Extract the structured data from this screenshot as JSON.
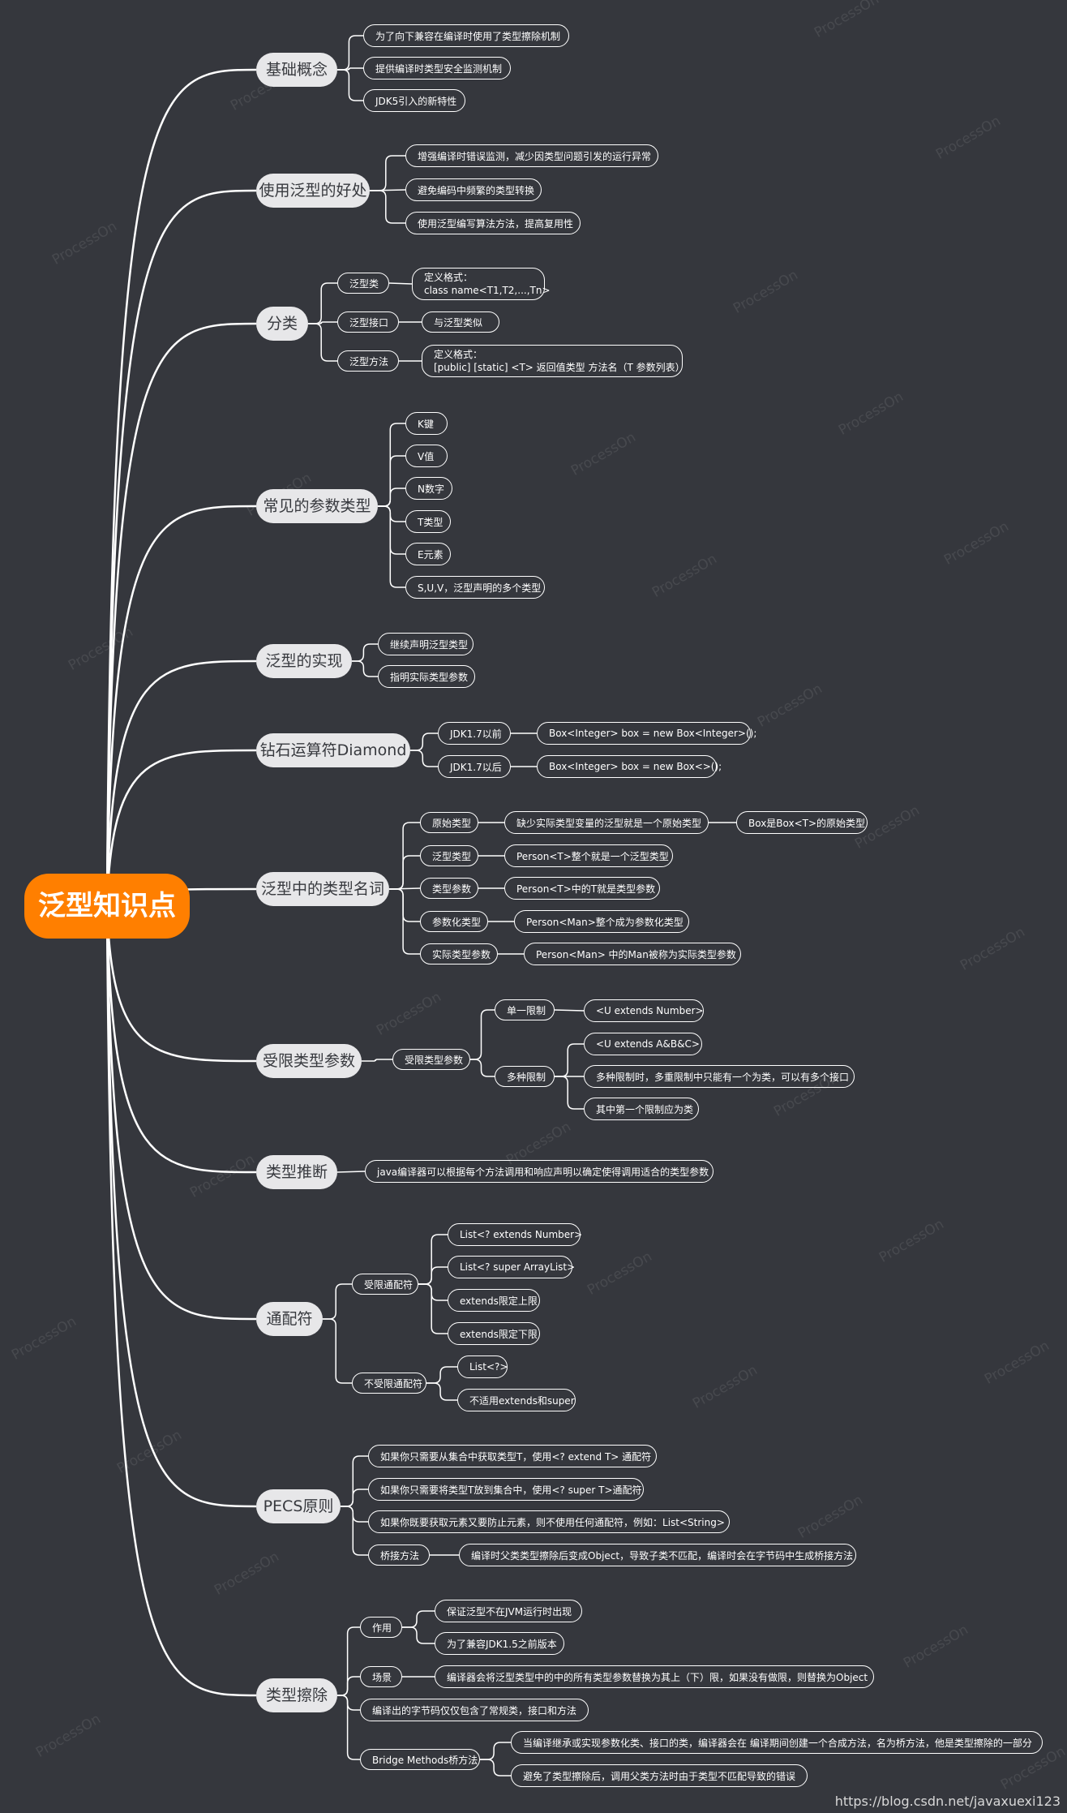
{
  "title": "泛型知识点",
  "watermark": "ProcessOn",
  "footer": "https://blog.csdn.net/javaxuexi123",
  "colors": {
    "background": "#35373d",
    "root": "#ff7f00",
    "branch": "#e7e7e9",
    "line": "#ffffff"
  },
  "branches": [
    {
      "label": "基础概念",
      "items": [
        "为了向下兼容在编译时使用了类型擦除机制",
        "提供编译时类型安全监测机制",
        "JDK5引入的新特性"
      ]
    },
    {
      "label": "使用泛型的好处",
      "items": [
        "增强编译时错误监测，减少因类型问题引发的运行异常",
        "避免编码中频繁的类型转换",
        "使用泛型编写算法方法，提高复用性"
      ]
    },
    {
      "label": "分类",
      "items": [
        {
          "label": "泛型类",
          "detail": [
            "定义格式：",
            "class name<T1,T2,...,Tn>"
          ]
        },
        {
          "label": "泛型接口",
          "detail": [
            "与泛型类似"
          ]
        },
        {
          "label": "泛型方法",
          "detail": [
            "定义格式：",
            "[public] [static] <T> 返回值类型 方法名（T 参数列表）"
          ]
        }
      ]
    },
    {
      "label": "常见的参数类型",
      "items": [
        "K键",
        "V值",
        "N数字",
        "T类型",
        "E元素",
        "S,U,V，泛型声明的多个类型"
      ]
    },
    {
      "label": "泛型的实现",
      "items": [
        "继续声明泛型类型",
        "指明实际类型参数"
      ]
    },
    {
      "label": "钻石运算符Diamond",
      "items": [
        {
          "label": "JDK1.7以前",
          "detail": "Box<Integer> box = new Box<Integer>();"
        },
        {
          "label": "JDK1.7以后",
          "detail": "Box<Integer> box = new Box<>();"
        }
      ]
    },
    {
      "label": "泛型中的类型名词",
      "items": [
        {
          "label": "原始类型",
          "detail": "缺少实际类型变量的泛型就是一个原始类型",
          "extra": "Box是Box<T>的原始类型"
        },
        {
          "label": "泛型类型",
          "detail": "Person<T>整个就是一个泛型类型"
        },
        {
          "label": "类型参数",
          "detail": "Person<T>中的T就是类型参数"
        },
        {
          "label": "参数化类型",
          "detail": "Person<Man>整个成为参数化类型"
        },
        {
          "label": "实际类型参数",
          "detail": "Person<Man> 中的Man被称为实际类型参数"
        }
      ]
    },
    {
      "label": "受限类型参数",
      "items": [
        {
          "label": "受限类型参数",
          "children": [
            {
              "label": "单一限制",
              "children": [
                "<U extends Number>"
              ]
            },
            {
              "label": "多种限制",
              "children": [
                "<U extends A&B&C>",
                "多种限制时，多重限制中只能有一个为类，可以有多个接口",
                "其中第一个限制应为类"
              ]
            }
          ]
        }
      ]
    },
    {
      "label": "类型推断",
      "items": [
        "java编译器可以根据每个方法调用和响应声明以确定使得调用适合的类型参数"
      ]
    },
    {
      "label": "通配符",
      "items": [
        {
          "label": "受限通配符",
          "children": [
            "List<? extends Number>",
            "List<? super ArrayList>",
            "extends限定上限",
            "extends限定下限"
          ]
        },
        {
          "label": "不受限通配符",
          "children": [
            "List<?>",
            "不适用extends和super"
          ]
        }
      ]
    },
    {
      "label": "PECS原则",
      "items": [
        "如果你只需要从集合中获取类型T，使用<? extend T> 通配符",
        "如果你只需要将类型T放到集合中，使用<? super T>通配符",
        "如果你既要获取元素又要防止元素，则不使用任何通配符，例如：List<String>",
        {
          "label": "桥接方法",
          "detail": "编译时父类类型擦除后变成Object，导致子类不匹配，编译时会在字节码中生成桥接方法"
        }
      ]
    },
    {
      "label": "类型擦除",
      "items": [
        {
          "label": "作用",
          "children": [
            "保证泛型不在JVM运行时出现",
            "为了兼容JDK1.5之前版本"
          ]
        },
        {
          "label": "场景",
          "detail": "编译器会将泛型类型中的中的所有类型参数替换为其上（下）限，如果没有做限，则替换为Object"
        },
        "编译出的字节码仅仅包含了常规类，接口和方法",
        {
          "label": "Bridge Methods桥方法",
          "children": [
            "当编译继承或实现参数化类、接口的类，编译器会在 编译期间创建一个合成方法，名为桥方法，他是类型擦除的一部分",
            "避免了类型擦除后，调用父类方法时由于类型不匹配导致的错误"
          ]
        }
      ]
    }
  ]
}
